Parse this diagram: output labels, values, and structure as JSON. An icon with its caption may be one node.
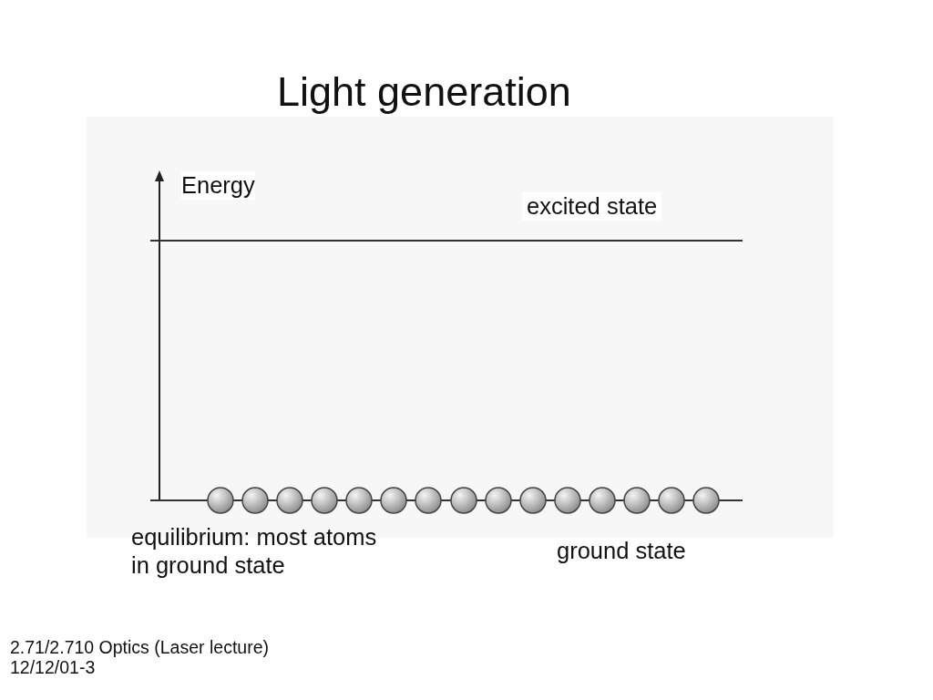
{
  "diagram": {
    "title": "Light generation",
    "labels": [
      "Energy",
      "excited state",
      "equilibrium: most atoms in ground state",
      "ground state",
      "2.71/2.710 Optics (Laser lecture)",
      "12/12/01-3"
    ]
  }
}
